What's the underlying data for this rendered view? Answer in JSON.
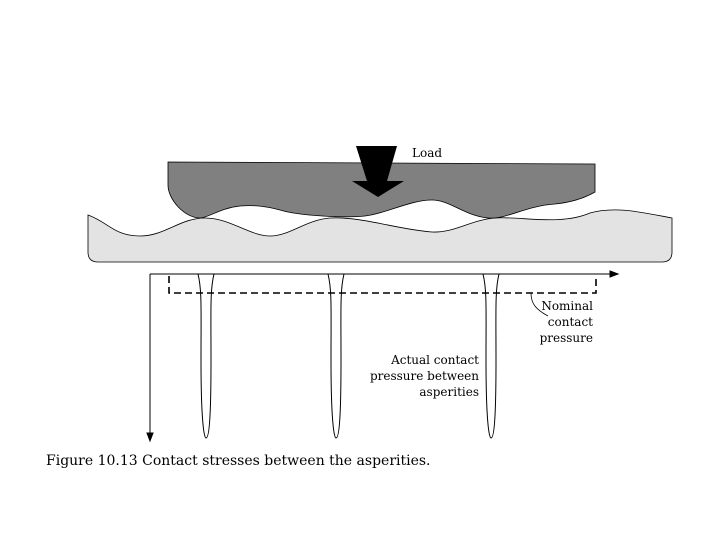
{
  "diagram": {
    "load_label": "Load",
    "nominal_label": [
      "Nominal",
      "contact",
      "pressure"
    ],
    "actual_label": [
      "Actual contact",
      "pressure between",
      "asperities"
    ],
    "colors": {
      "upper_body": "#808080",
      "lower_body": "#e3e3e3",
      "arrow": "#000000",
      "stroke": "#000000"
    },
    "asperity_contacts": 3
  },
  "caption": {
    "number": "Figure 10.13",
    "text": "Contact stresses between the asperities."
  }
}
